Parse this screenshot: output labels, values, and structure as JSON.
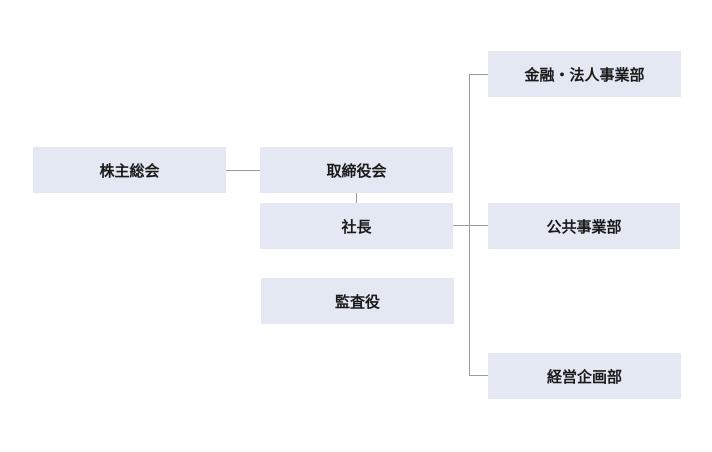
{
  "org_chart": {
    "shareholders_meeting": "株主総会",
    "board_of_directors": "取締役会",
    "president": "社長",
    "auditor": "監査役",
    "departments": [
      "金融・法人事業部",
      "公共事業部",
      "経営企画部"
    ]
  }
}
